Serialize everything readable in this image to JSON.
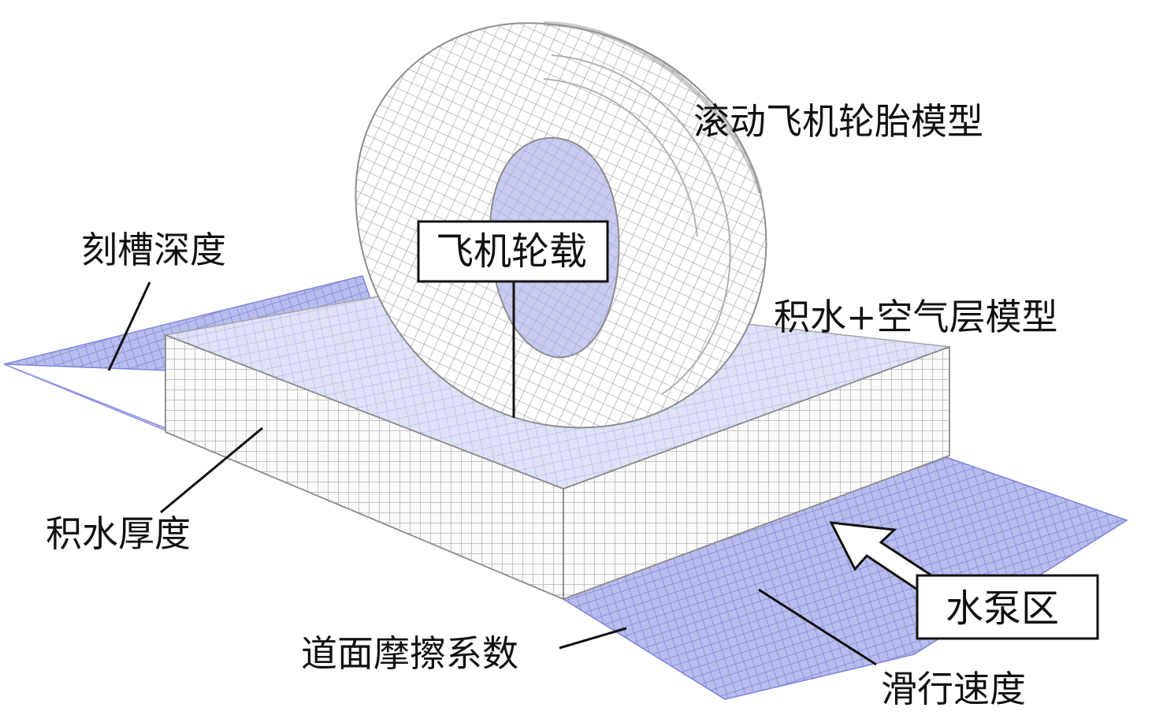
{
  "labels": {
    "rolling_tire_model": "滚动飞机轮胎模型",
    "groove_depth": "刻槽深度",
    "aircraft_wheel_load": "飞机轮载",
    "water_air_layer_model": "积水+空气层模型",
    "water_film_thickness": "积水厚度",
    "pavement_friction_coefficient": "道面摩擦系数",
    "water_pump_zone": "水泵区",
    "taxiing_speed": "滑行速度"
  },
  "colors": {
    "pavement_mesh": "#8f95dd",
    "pavement_fill": "#c9ccf2",
    "water_block_mesh": "#a6a6a6",
    "water_block_top": "#d7d9f4",
    "tire_mesh": "#9a9a9a",
    "tire_inner": "#c6c8ec",
    "annotation": "#111111"
  }
}
